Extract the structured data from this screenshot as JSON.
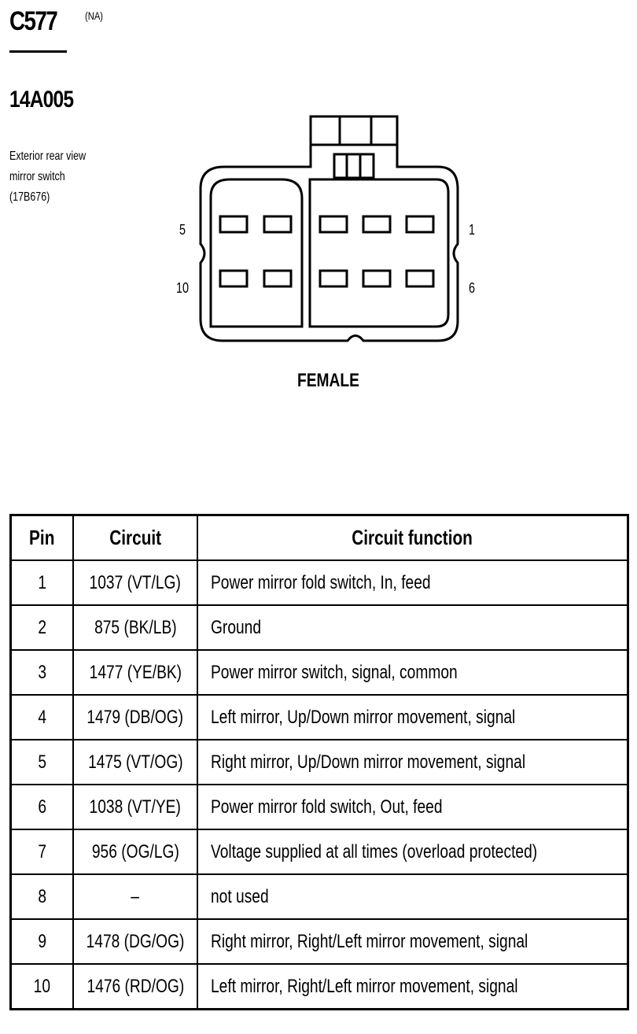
{
  "header": {
    "connector_id": "C577",
    "region": "(NA)",
    "part_number": "14A005",
    "description_lines": [
      "Exterior rear view",
      "mirror switch",
      "(17B676)"
    ]
  },
  "diagram": {
    "pin_labels": {
      "top_left": "5",
      "top_right": "1",
      "bottom_left": "10",
      "bottom_right": "6"
    },
    "gender": "FEMALE",
    "cavities_per_row": 5,
    "rows": 2
  },
  "table": {
    "headers": [
      "Pin",
      "Circuit",
      "Circuit function"
    ],
    "rows": [
      {
        "pin": "1",
        "circuit": "1037 (VT/LG)",
        "function": "Power mirror fold switch, In, feed"
      },
      {
        "pin": "2",
        "circuit": "875 (BK/LB)",
        "function": "Ground"
      },
      {
        "pin": "3",
        "circuit": "1477 (YE/BK)",
        "function": "Power mirror switch, signal, common"
      },
      {
        "pin": "4",
        "circuit": "1479 (DB/OG)",
        "function": "Left mirror, Up/Down mirror movement, signal"
      },
      {
        "pin": "5",
        "circuit": "1475 (VT/OG)",
        "function": "Right mirror, Up/Down mirror movement, signal"
      },
      {
        "pin": "6",
        "circuit": "1038 (VT/YE)",
        "function": "Power mirror fold switch, Out, feed"
      },
      {
        "pin": "7",
        "circuit": "956 (OG/LG)",
        "function": "Voltage supplied at all times (overload protected)"
      },
      {
        "pin": "8",
        "circuit": "–",
        "function": "not used"
      },
      {
        "pin": "9",
        "circuit": "1478 (DG/OG)",
        "function": "Right mirror, Right/Left mirror movement, signal"
      },
      {
        "pin": "10",
        "circuit": "1476 (RD/OG)",
        "function": "Left mirror, Right/Left mirror movement, signal"
      }
    ]
  }
}
